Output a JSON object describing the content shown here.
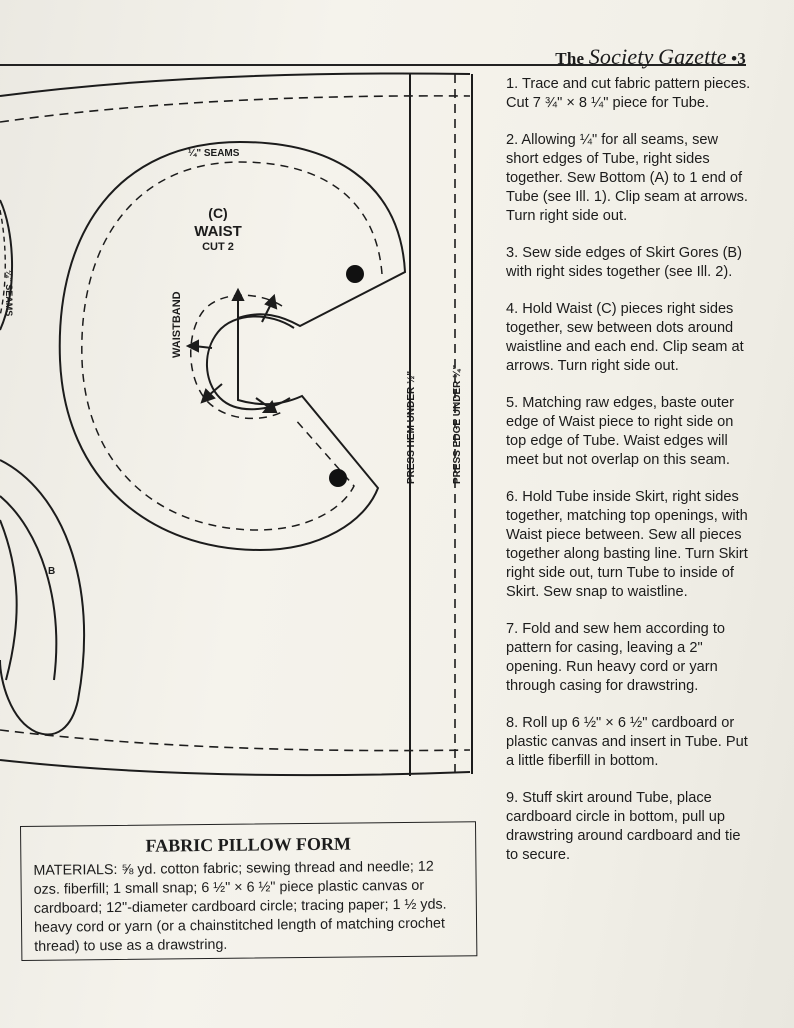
{
  "header": {
    "prefix": "The",
    "script_1": "Society",
    "script_2": "Gazette",
    "page_number": "•3"
  },
  "pattern": {
    "seam_label_top": "¼\" SEAMS",
    "waist_letter": "(C)",
    "waist_title": "WAIST",
    "waist_cut": "CUT 2",
    "waistband_label": "WAISTBAND",
    "left_seams_label": "¼\" SEAMS",
    "piece_b_label": "B",
    "press_hem_label": "PRESS HEM UNDER ½\"",
    "press_edge_label": "PRESS EDGE UNDER ¼\""
  },
  "steps": [
    "1. Trace and cut fabric pattern pieces. Cut 7 ¾\" × 8 ¼\" piece for Tube.",
    "2. Allowing ¼\" for all seams, sew short edges of Tube, right sides together. Sew Bottom (A) to 1 end of Tube (see Ill. 1). Clip seam at arrows. Turn right side out.",
    "3. Sew side edges of Skirt Gores (B) with right sides together (see Ill. 2).",
    "4. Hold Waist (C) pieces right sides together, sew between dots around waistline and each end. Clip seam at arrows. Turn right side out.",
    "5. Matching raw edges, baste outer edge of Waist piece to right side on top edge of Tube. Waist edges will meet but not overlap on this seam.",
    "6. Hold Tube inside Skirt, right sides together, matching top openings, with Waist piece between. Sew all pieces together along basting line. Turn Skirt right side out, turn Tube to inside of Skirt. Sew snap to waistline.",
    "7. Fold and sew hem according to pattern for casing, leaving a 2\" opening. Run heavy cord or yarn through casing for drawstring.",
    "8. Roll up 6 ½\" × 6 ½\" cardboard or plastic canvas and insert in Tube. Put a little fiberfill in bottom.",
    "9. Stuff skirt around Tube, place cardboard circle in bottom, pull up drawstring around cardboard and tie to secure."
  ],
  "materials_box": {
    "title": "FABRIC PILLOW FORM",
    "label": "MATERIALS:",
    "text": "⅝ yd. cotton fabric; sewing thread and needle; 12 ozs. fiberfill; 1 small snap; 6 ½\" × 6 ½\" piece plastic canvas or cardboard; 12\"-diameter cardboard circle; tracing paper; 1 ½ yds. heavy cord or yarn (or a chainstitched length of matching crochet thread) to use as a drawstring."
  }
}
